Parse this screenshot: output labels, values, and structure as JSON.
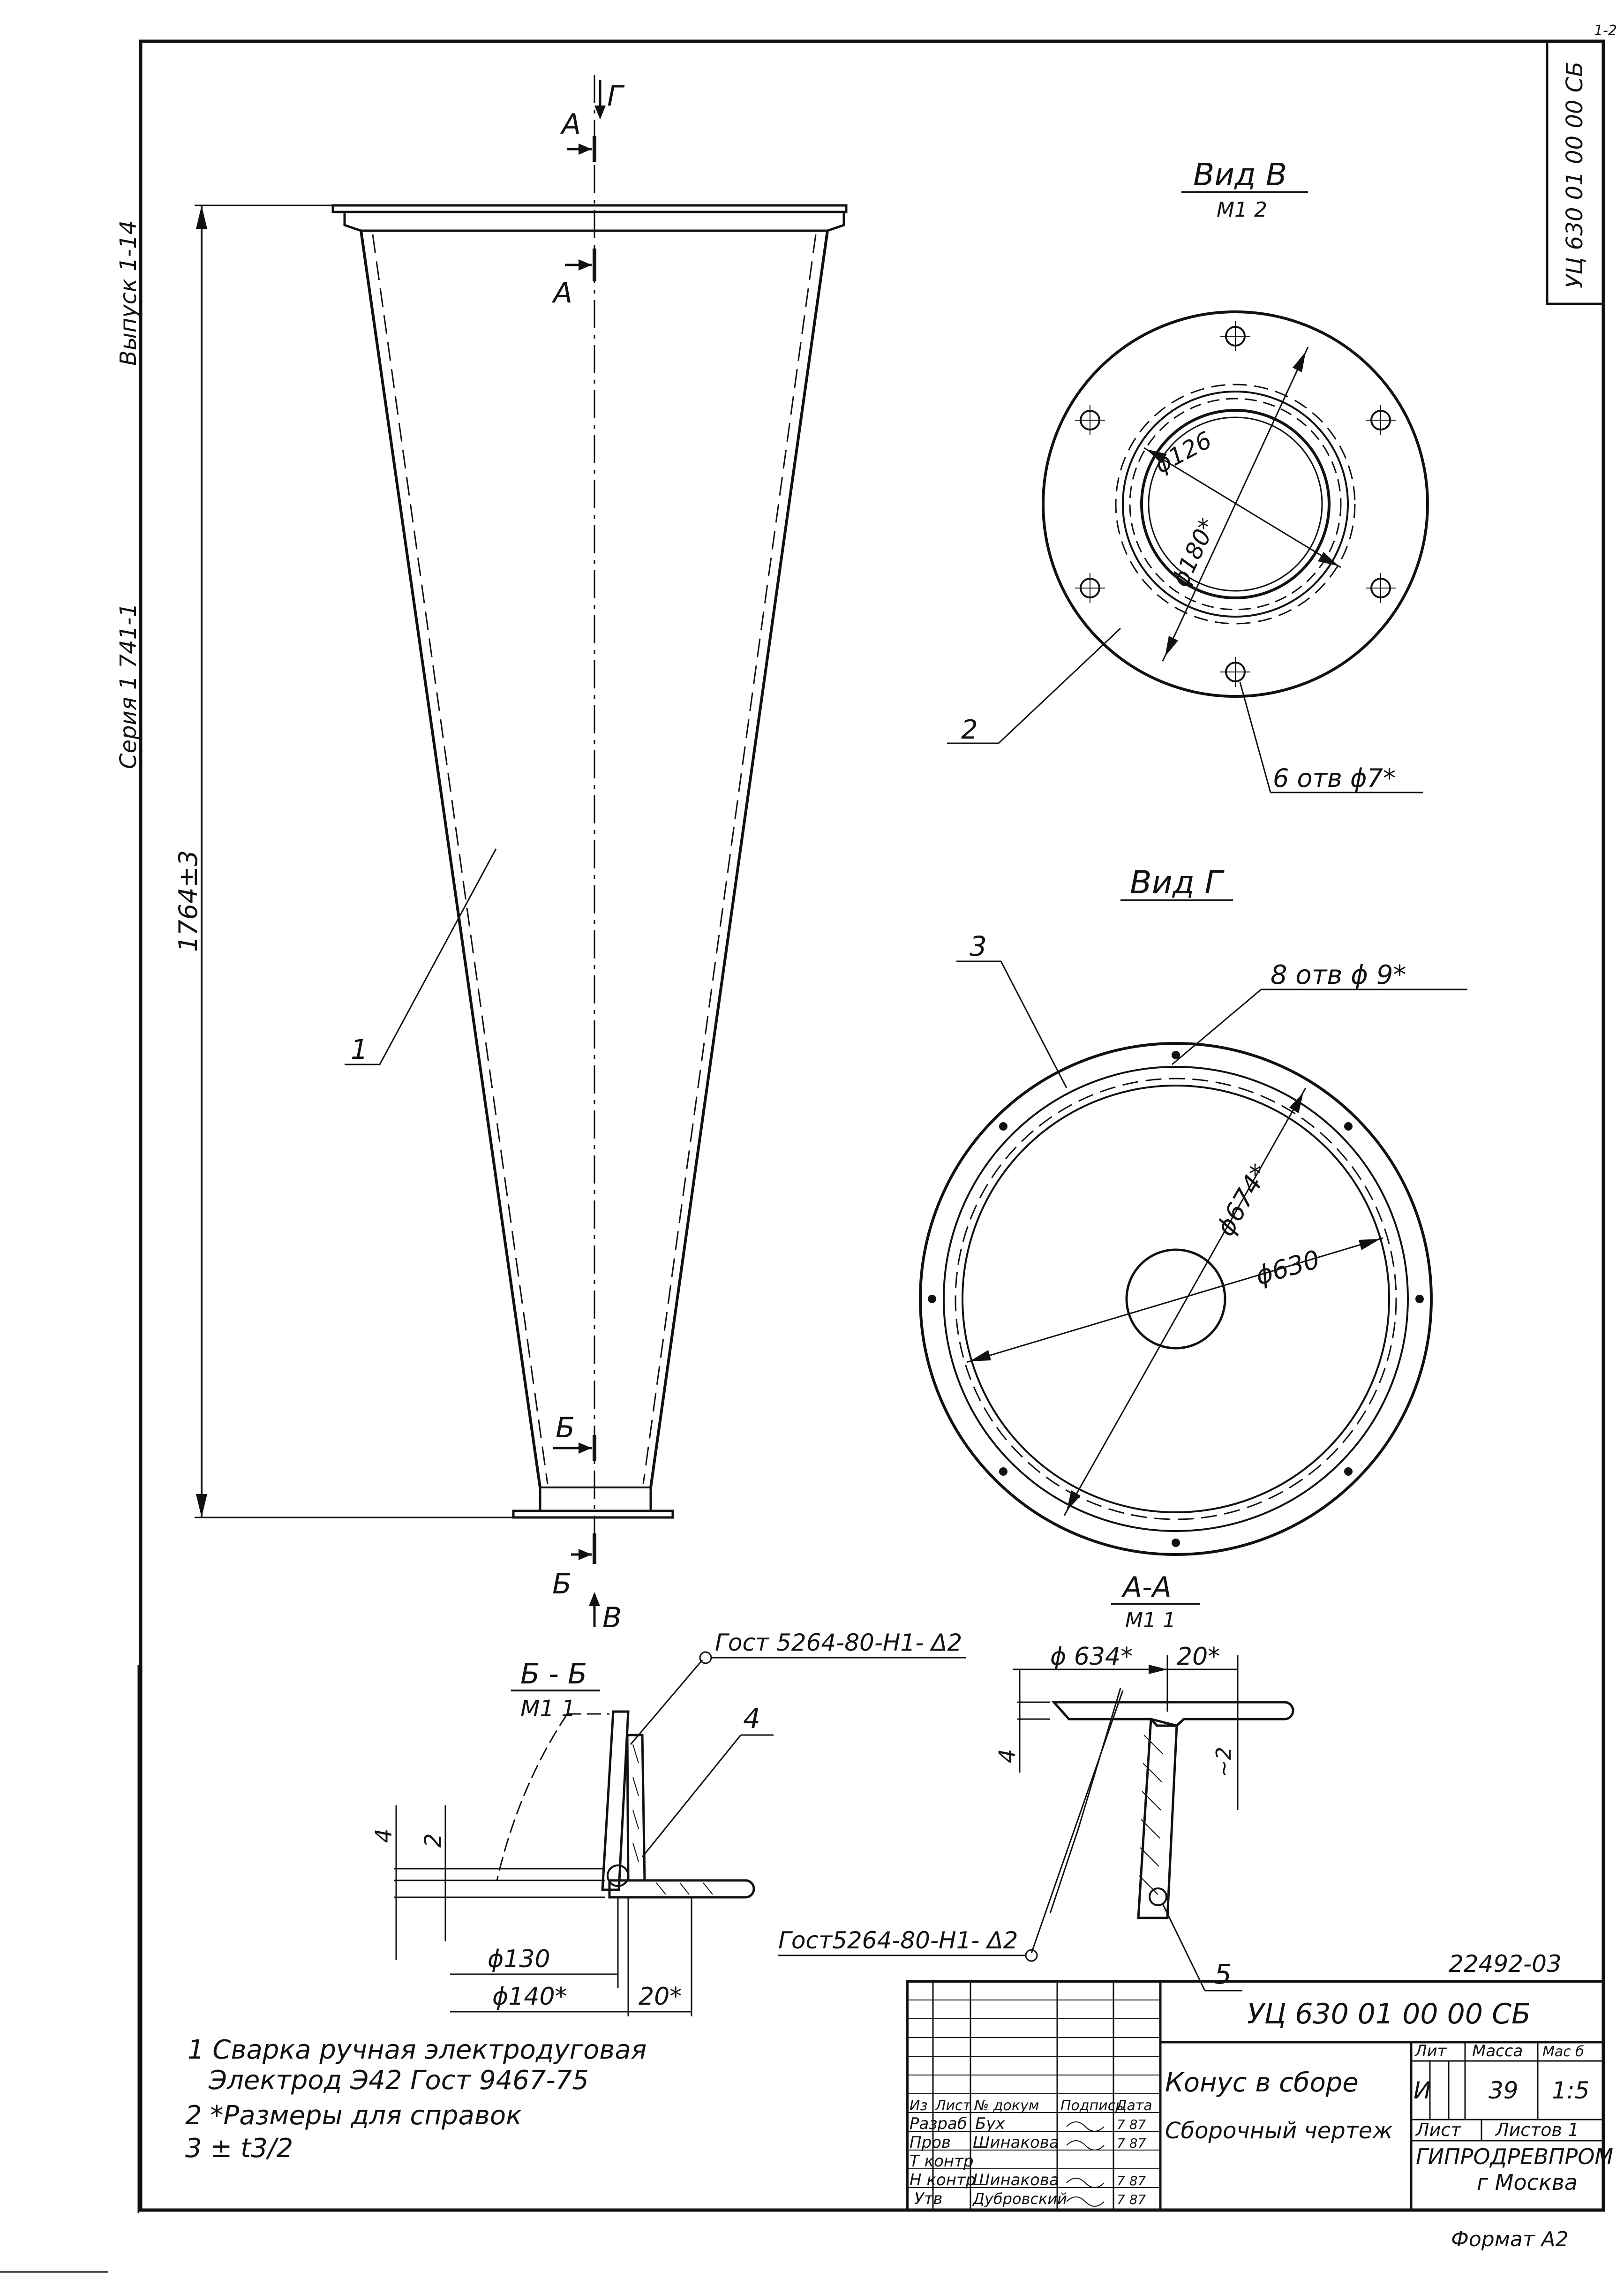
{
  "doc_code_vertical": "УЦ 630 01 00 00 СБ",
  "corner_mark": "1-2",
  "side_labels": {
    "seria": "Серия 1 741-1",
    "vypusk": "Выпуск 1-14"
  },
  "main_view": {
    "section_a": "А",
    "view_g": "Г",
    "section_b": "Б",
    "view_v": "В",
    "height_dim": "1764±3",
    "part_1": "1"
  },
  "view_b": {
    "title": "Вид В",
    "scale": "М1 2",
    "dia_inner": "ϕ126",
    "dia_bolt": "ϕ180*",
    "holes": "6 отв ϕ7*",
    "part_2": "2"
  },
  "view_g": {
    "title": "Вид Г",
    "holes": "8 отв ϕ 9*",
    "dia_bolt": "ϕ674*",
    "dia_inner": "ϕ630",
    "part_3": "3"
  },
  "section_bb": {
    "title": "Б - Б",
    "scale": "М1 1",
    "weld": "Гост 5264-80-Н1- Δ2",
    "part_4": "4",
    "dim_4": "4",
    "dim_2": "2",
    "dim_d130": "ϕ130",
    "dim_d140": "ϕ140*",
    "dim_20": "20*"
  },
  "section_aa": {
    "title": "А-А",
    "scale": "М1 1",
    "dim_d634": "ϕ 634*",
    "dim_20": "20*",
    "dim_4": "4",
    "dim_2": "~2",
    "weld": "Гост5264-80-Н1- Δ2",
    "part_5": "5"
  },
  "notes": [
    "1 Сварка ручная электродуговая",
    "Электрод Э42 Гост 9467-75",
    "2 *Размеры для справок",
    "3 ± t3/2"
  ],
  "inventory_number": "22492-03",
  "title_block": {
    "designation": "УЦ 630 01 00 00 СБ",
    "name_line1": "Конус в сборе",
    "name_line2": "Сборочный чертеж",
    "col_izm": "Из",
    "col_list": "Лист",
    "col_doc": "№ докум",
    "col_sign": "Подпись",
    "col_date": "Дата",
    "row_razrab": "Разраб",
    "row_prov": "Пров",
    "row_tkontr": "Т контр",
    "row_nkontr": "Н контр",
    "row_utv": "Утв",
    "name_razrab": "Бух",
    "name_prov": "Шинакова",
    "name_nkontr": "Шинакова",
    "name_utv": "Дубровский",
    "date_razrab": "7 87",
    "date_prov": "7 87",
    "date_nkontr": "7 87",
    "date_utv": "7 87",
    "lit_label": "Лит",
    "mass_label": "Масса",
    "scale_label": "Мас б",
    "lit_value": "И",
    "mass_value": "39",
    "scale_value": "1:5",
    "sheet_label": "Лист",
    "sheets_label": "Листов 1",
    "org_line1": "ГИПРОДРЕВПРОМ",
    "org_line2": "г Москва"
  },
  "format_label": "Формат А2"
}
